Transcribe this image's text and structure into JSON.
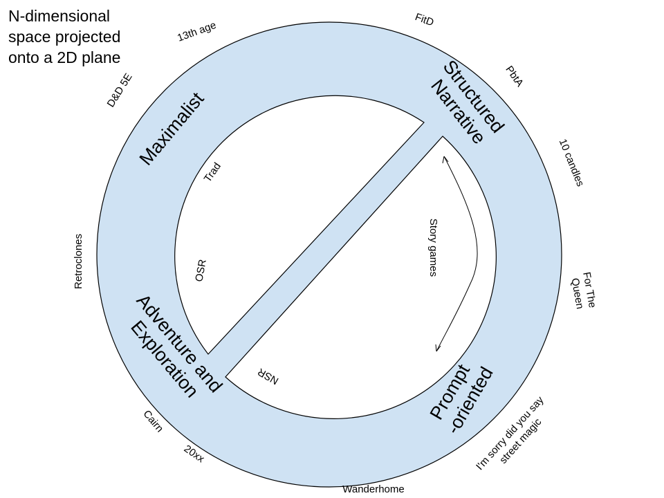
{
  "caption": [
    "N-dimensional",
    "space projected",
    "onto a 2D plane"
  ],
  "colors": {
    "ring": "#cfe2f3",
    "stroke": "#000000",
    "background": "#ffffff"
  },
  "regions": {
    "maximalist": "Maximalist",
    "structured_narrative": [
      "Structured",
      "Narrative"
    ],
    "adventure_exploration": [
      "Adventure and",
      "Exploration"
    ],
    "prompt_oriented": [
      "Prompt",
      "-oriented"
    ]
  },
  "inner_labels": {
    "trad": "Trad",
    "osr": "OSR",
    "story_games": "Story games",
    "nsr": "NSR"
  },
  "outer_labels": {
    "thirteenth_age": "13th age",
    "fitd": "FitD",
    "dnd5e": "D&D 5E",
    "pbta": "PbtA",
    "ten_candles": "10 candles",
    "retroclones": "Retroclones",
    "for_the_queen": [
      "For The",
      "Queen"
    ],
    "cairn": "Cairn",
    "twenty_xx": "20xx",
    "street_magic": [
      "I'm sorry did you say",
      "street magic"
    ],
    "wanderhome": "Wanderhome"
  }
}
